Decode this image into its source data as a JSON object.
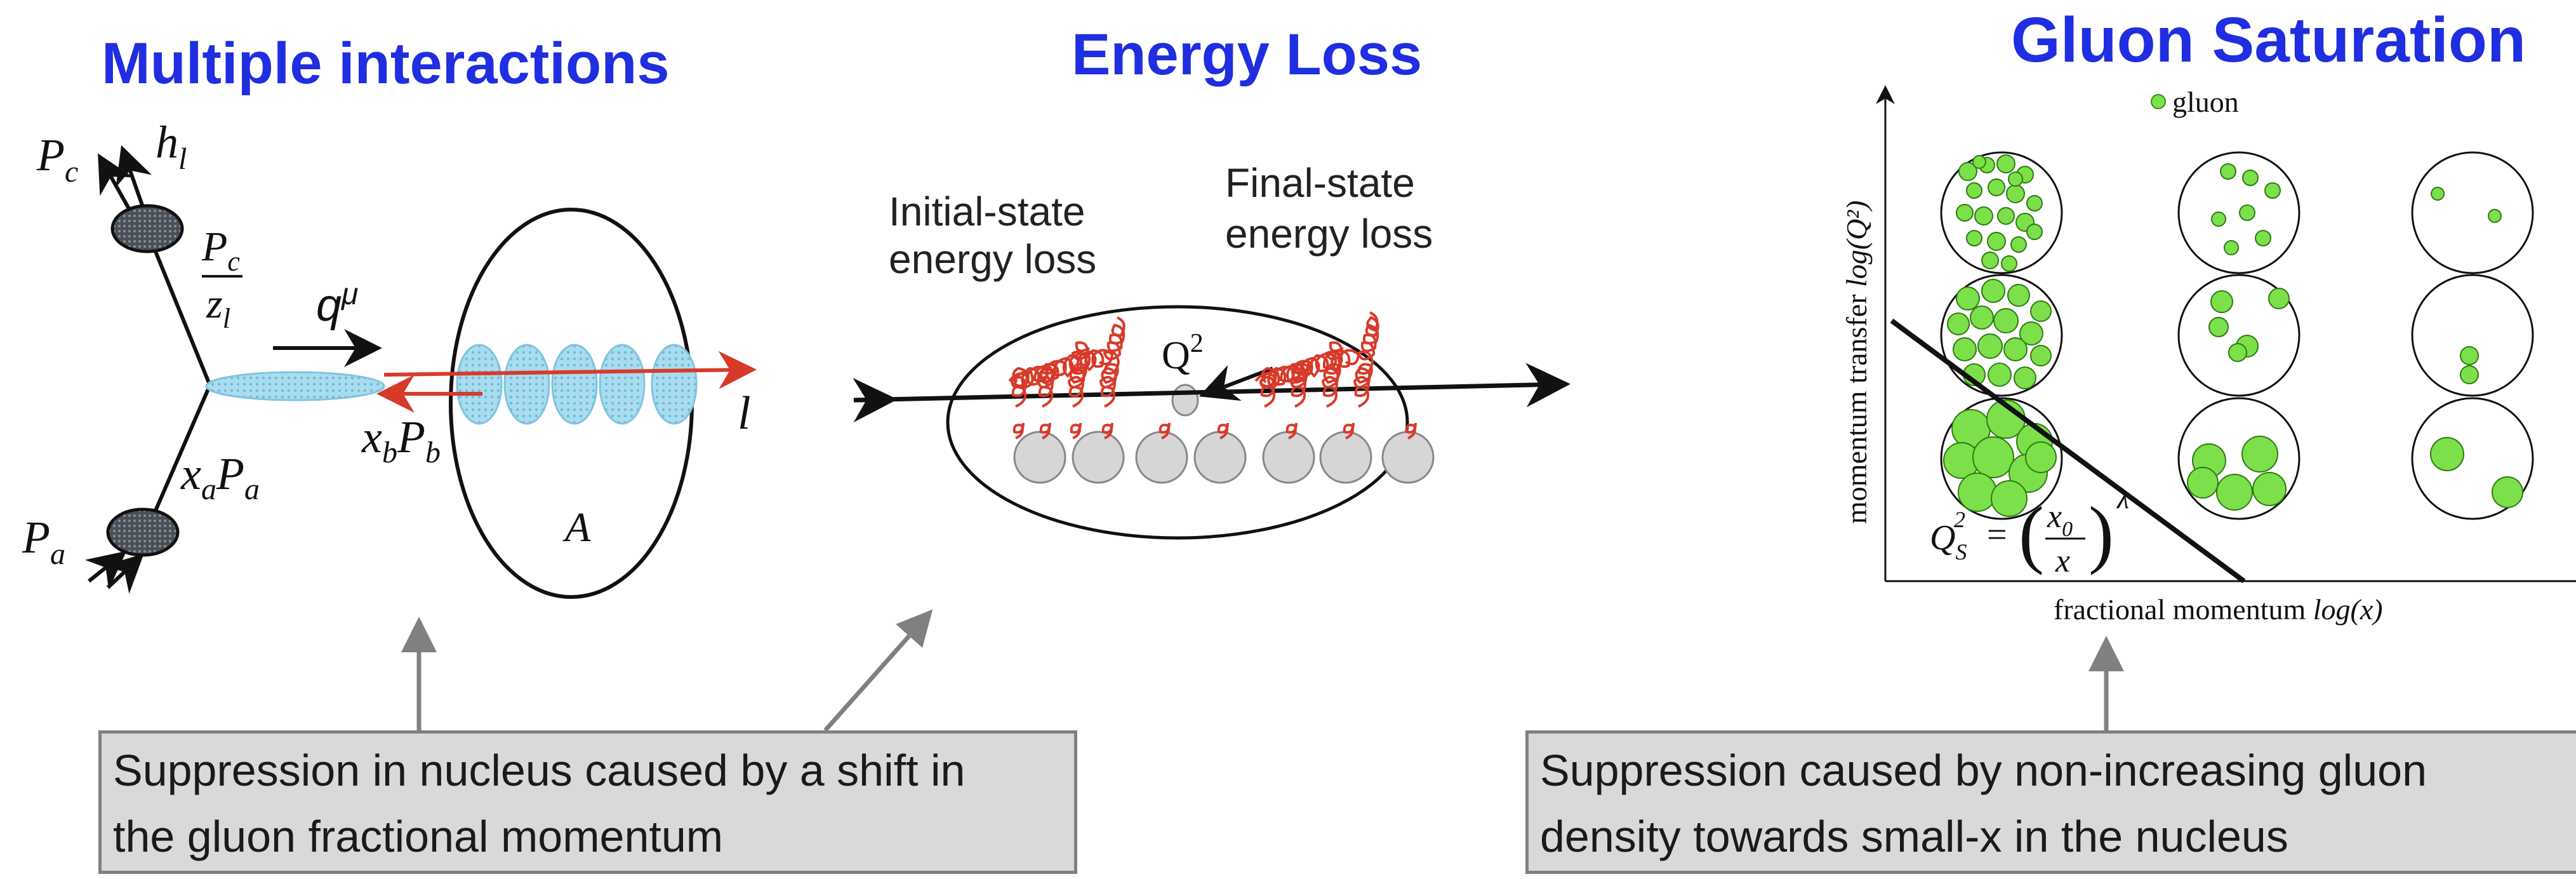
{
  "titles": {
    "multiple": "Multiple interactions",
    "energy": "Energy Loss",
    "gluon": "Gluon Saturation"
  },
  "diagram1": {
    "pc": "P",
    "pc_sub": "c",
    "h1": "h",
    "h1_sub": "l",
    "frac_num": "P",
    "frac_num_sub": "c",
    "frac_den": "z",
    "frac_den_sub": "l",
    "q": "q",
    "q_sup": "μ",
    "xb": "x",
    "xb_sub": "b",
    "pb": "P",
    "pb_sub": "b",
    "xa": "x",
    "xa_sub": "a",
    "pa_inner": "P",
    "pa_inner_sub": "a",
    "pa": "P",
    "pa_sub": "a",
    "l": "l",
    "A": "A"
  },
  "diagram2": {
    "initial_line1": "Initial-state",
    "initial_line2": "energy loss",
    "final_line1": "Final-state",
    "final_line2": "energy loss",
    "q2": "Q",
    "q2_sup": "2"
  },
  "diagram3": {
    "legend": "gluon",
    "ylabel": "momentum transfer",
    "ylabel_math": "log(Q²)",
    "xlabel": "fractional momentum",
    "xlabel_math": "log(x)",
    "qs": "Q",
    "qs_sub": "S",
    "qs_sup": "2",
    "eq": "=",
    "x0": "x",
    "x0_sub": "0",
    "xden": "x",
    "lambda": "λ"
  },
  "boxes": {
    "left_line1": "Suppression in nucleus caused by a shift in",
    "left_line2": "the gluon fractional momentum",
    "right_line1": "Suppression caused by non-increasing gluon",
    "right_line2": "density towards small-x in the nucleus"
  },
  "colors": {
    "title": "#1f2ee0",
    "gluon_fill": "#7be04a",
    "gluon_line": "#d83a2a",
    "quark_fill": "#a8dcee",
    "arrow_gray": "#808080"
  }
}
